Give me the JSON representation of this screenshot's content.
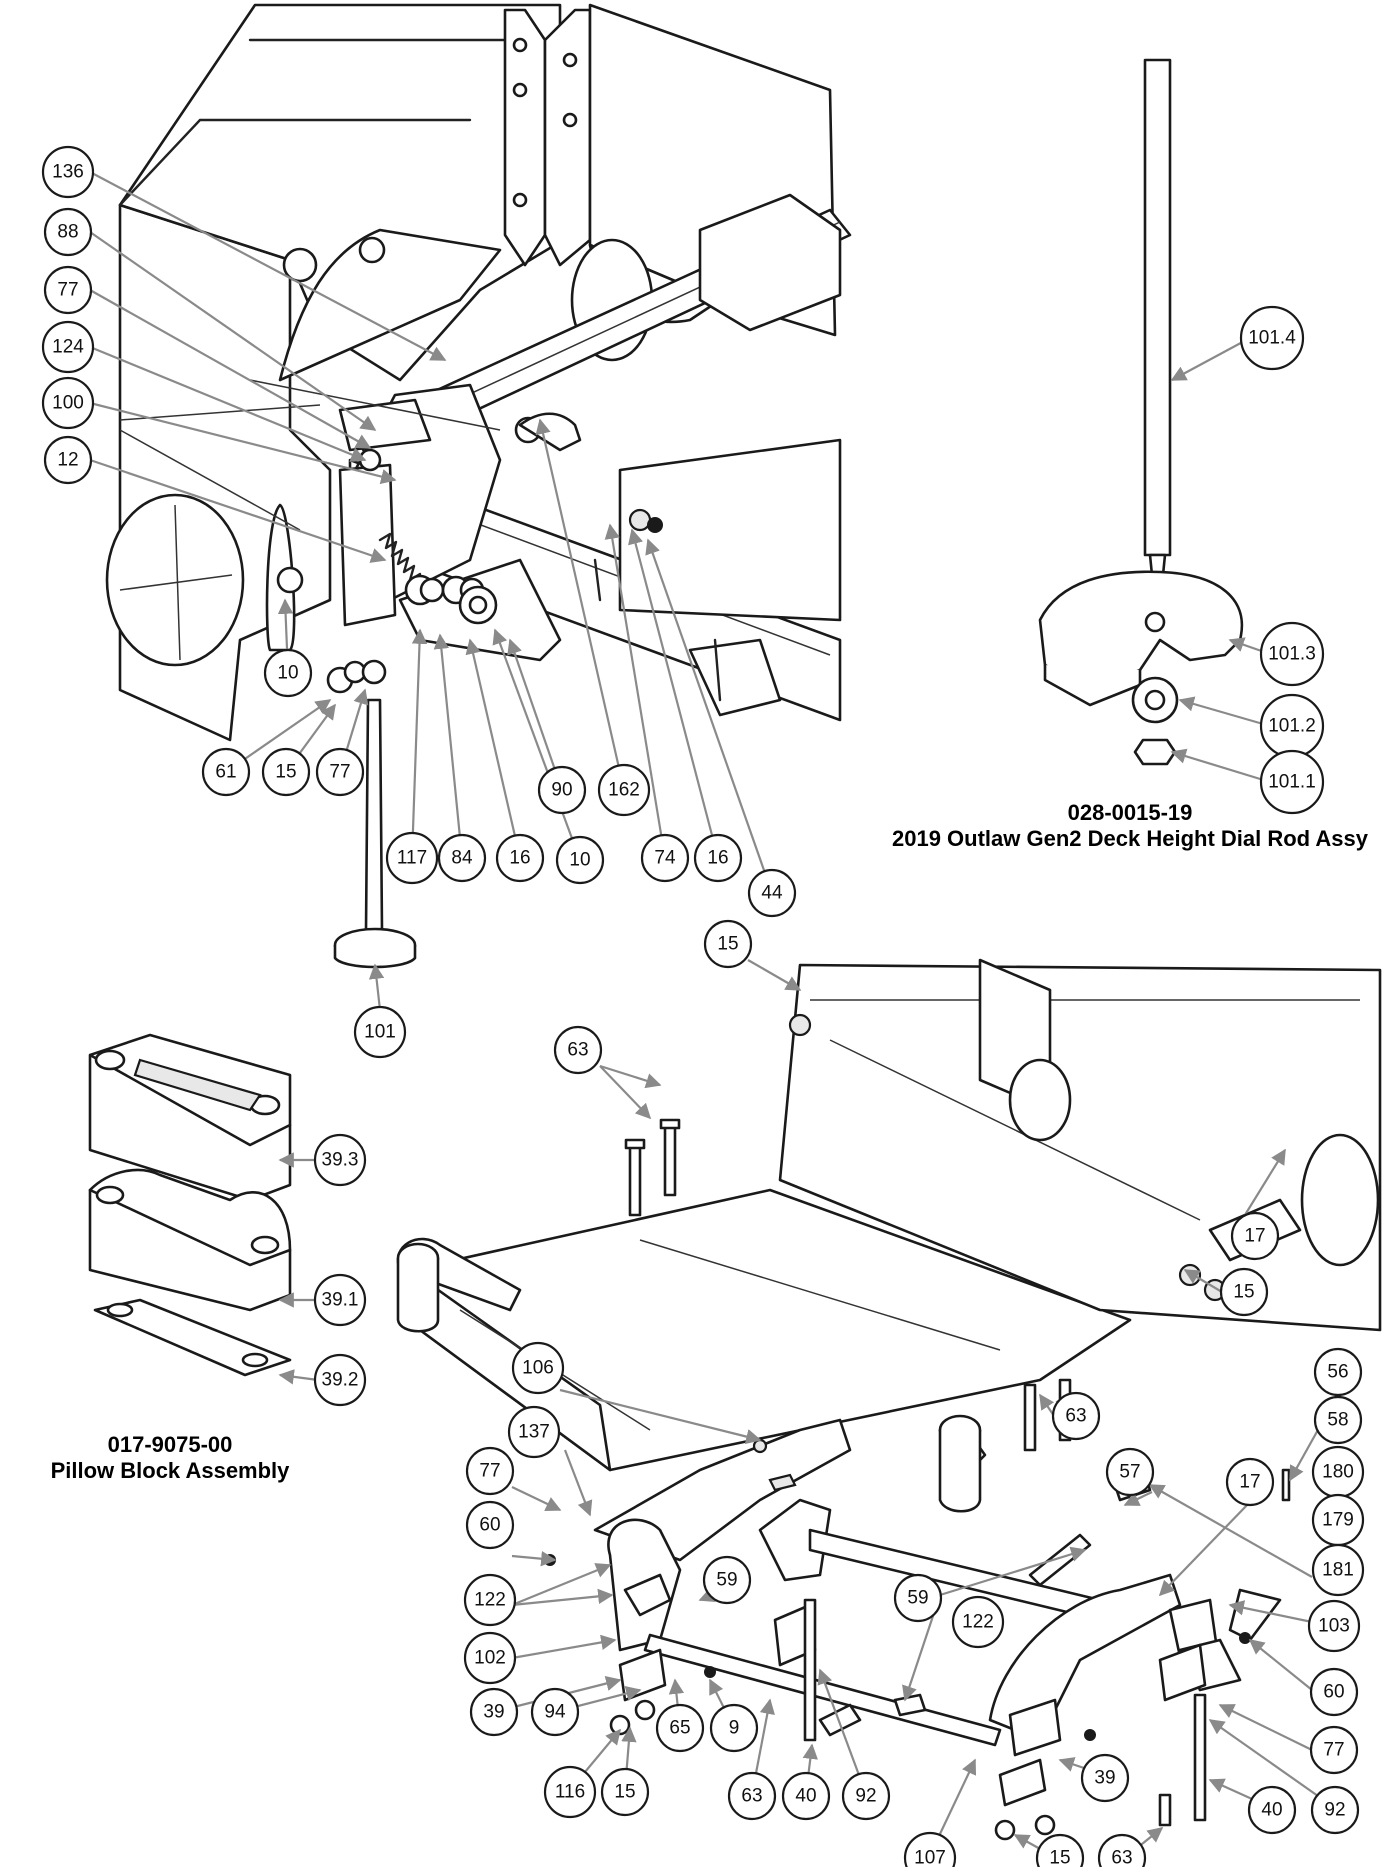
{
  "assemblies": [
    {
      "part_number": "028-0015-19",
      "name": "2019 Outlaw Gen2 Deck Height Dial Rod Assy"
    },
    {
      "part_number": "017-9075-00",
      "name": "Pillow Block Assembly"
    }
  ],
  "callouts": [
    {
      "label": "136"
    },
    {
      "label": "88"
    },
    {
      "label": "77"
    },
    {
      "label": "124"
    },
    {
      "label": "100"
    },
    {
      "label": "12"
    },
    {
      "label": "10"
    },
    {
      "label": "61"
    },
    {
      "label": "15"
    },
    {
      "label": "77"
    },
    {
      "label": "117"
    },
    {
      "label": "84"
    },
    {
      "label": "16"
    },
    {
      "label": "10"
    },
    {
      "label": "90"
    },
    {
      "label": "162"
    },
    {
      "label": "74"
    },
    {
      "label": "16"
    },
    {
      "label": "44"
    },
    {
      "label": "101"
    },
    {
      "label": "101.4"
    },
    {
      "label": "101.3"
    },
    {
      "label": "101.2"
    },
    {
      "label": "101.1"
    },
    {
      "label": "39.3"
    },
    {
      "label": "39.1"
    },
    {
      "label": "39.2"
    },
    {
      "label": "15"
    },
    {
      "label": "63"
    },
    {
      "label": "17"
    },
    {
      "label": "15"
    },
    {
      "label": "106"
    },
    {
      "label": "63"
    },
    {
      "label": "56"
    },
    {
      "label": "58"
    },
    {
      "label": "180"
    },
    {
      "label": "179"
    },
    {
      "label": "181"
    },
    {
      "label": "137"
    },
    {
      "label": "77"
    },
    {
      "label": "57"
    },
    {
      "label": "17"
    },
    {
      "label": "60"
    },
    {
      "label": "122"
    },
    {
      "label": "59"
    },
    {
      "label": "59"
    },
    {
      "label": "122"
    },
    {
      "label": "103"
    },
    {
      "label": "102"
    },
    {
      "label": "60"
    },
    {
      "label": "39"
    },
    {
      "label": "94"
    },
    {
      "label": "65"
    },
    {
      "label": "9"
    },
    {
      "label": "77"
    },
    {
      "label": "39"
    },
    {
      "label": "116"
    },
    {
      "label": "15"
    },
    {
      "label": "63"
    },
    {
      "label": "40"
    },
    {
      "label": "92"
    },
    {
      "label": "107"
    },
    {
      "label": "15"
    },
    {
      "label": "63"
    },
    {
      "label": "40"
    },
    {
      "label": "92"
    }
  ]
}
